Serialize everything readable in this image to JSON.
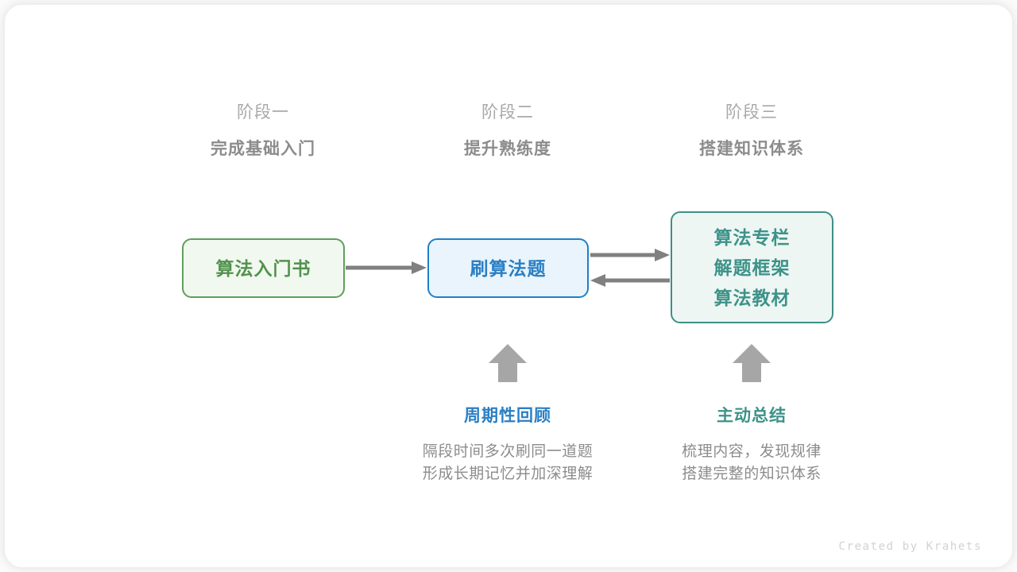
{
  "canvas": {
    "background": "#fbfbfb",
    "card_background": "#ffffff"
  },
  "colors": {
    "green": "#51924d",
    "green_border": "#5f9e5b",
    "green_fill": "#f1f8ef",
    "blue": "#2a7fc4",
    "blue_border": "#1f80c8",
    "blue_fill": "#e9f4fc",
    "teal": "#3d9289",
    "teal_border": "#3f8f86",
    "teal_fill": "#edf6f3",
    "arrow_gray": "#808080",
    "up_arrow_gray": "#a6a6a6",
    "heading_gray": "#a9a9a9",
    "subheading_gray": "#8c8c8c"
  },
  "stages": [
    {
      "label": "阶段一",
      "title": "完成基础入门"
    },
    {
      "label": "阶段二",
      "title": "提升熟练度"
    },
    {
      "label": "阶段三",
      "title": "搭建知识体系"
    }
  ],
  "nodes": [
    {
      "lines": [
        "算法入门书"
      ],
      "style": "green"
    },
    {
      "lines": [
        "刷算法题"
      ],
      "style": "blue"
    },
    {
      "lines": [
        "算法专栏",
        "解题框架",
        "算法教材"
      ],
      "style": "teal"
    }
  ],
  "notes": [
    {
      "title": "周期性回顾",
      "color": "blue",
      "body_lines": [
        "隔段时间多次刷同一道题",
        "形成长期记忆并加深理解"
      ]
    },
    {
      "title": "主动总结",
      "color": "teal",
      "body_lines": [
        "梳理内容，发现规律",
        "搭建完整的知识体系"
      ]
    }
  ],
  "arrows": {
    "book_to_practice": "arrow-right-icon",
    "practice_to_resources": "arrow-right-icon",
    "resources_to_practice": "arrow-left-icon",
    "review_up": "arrow-up-icon",
    "summary_up": "arrow-up-icon"
  },
  "credit": "Created by Krahets"
}
